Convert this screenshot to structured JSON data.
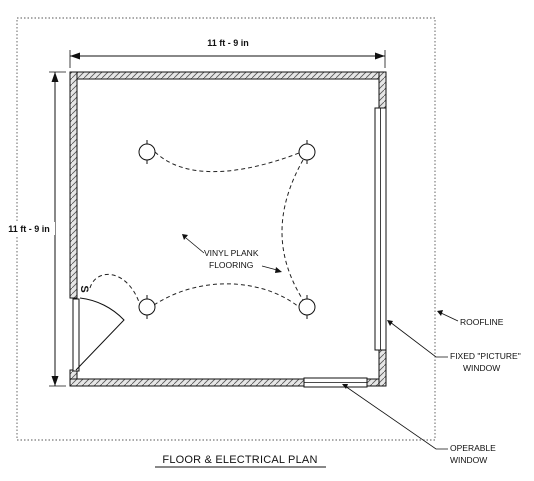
{
  "dimensions": {
    "width": "11 ft - 9 in",
    "height": "11 ft - 9 in"
  },
  "notes": {
    "flooring_line1": "VINYL PLANK",
    "flooring_line2": "FLOORING",
    "roofline": "ROOFLINE",
    "fixed_window_line1": "FIXED \"PICTURE\"",
    "fixed_window_line2": "WINDOW",
    "operable_window_line1": "OPERABLE",
    "operable_window_line2": "WINDOW",
    "switch": "S"
  },
  "title": "FLOOR & ELECTRICAL PLAN",
  "colors": {
    "ink": "#111111",
    "wall_fill": "#e6e6e6",
    "paper": "#ffffff"
  },
  "fixtures": [
    "ceiling-light",
    "ceiling-light",
    "ceiling-light",
    "ceiling-light"
  ]
}
